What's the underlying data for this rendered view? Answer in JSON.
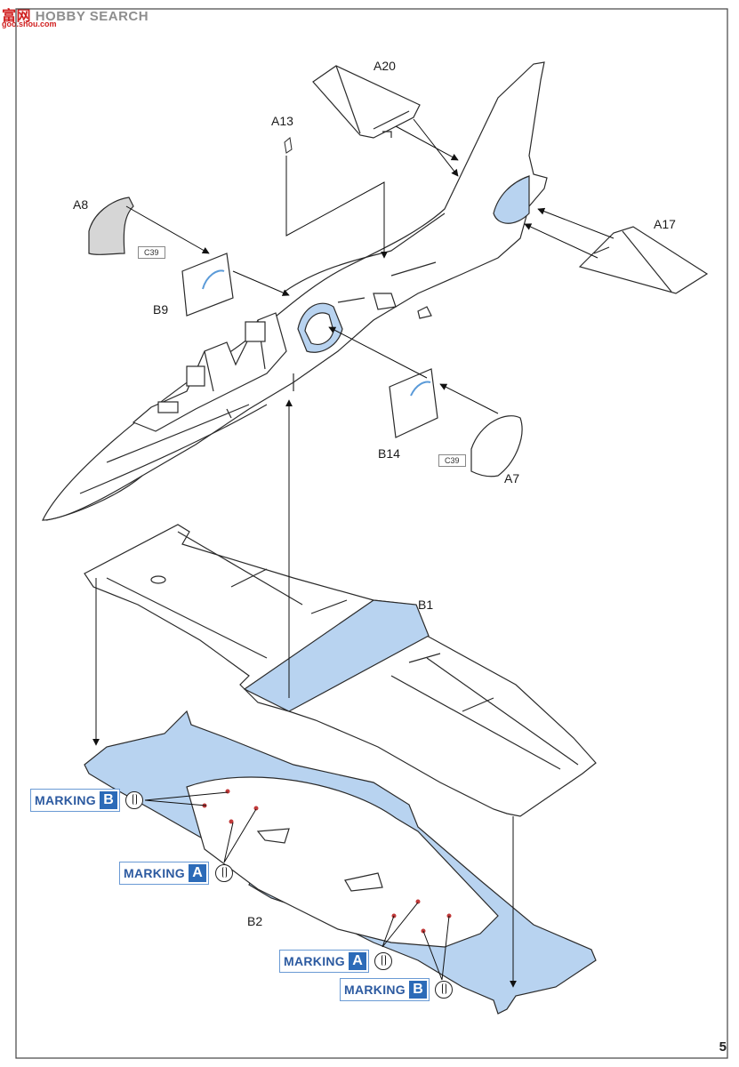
{
  "watermark": {
    "brand": "HOBBY SEARCH",
    "prefix": "富网",
    "url": "goo.shou.com"
  },
  "page_number": "5",
  "colors": {
    "blue_paint": "#b8d3f0",
    "line": "#2a2a2a",
    "marking_blue": "#2c6bb8",
    "glue_red": "#c23a3a"
  },
  "parts": {
    "a20": "A20",
    "a13": "A13",
    "a8": "A8",
    "a17": "A17",
    "b9": "B9",
    "b14": "B14",
    "a7": "A7",
    "b1": "B1",
    "b2": "B2"
  },
  "ref_boxes": {
    "c39_left": "C39",
    "c39_right": "C39"
  },
  "markings": [
    {
      "text": "MARKING",
      "letter": "B"
    },
    {
      "text": "MARKING",
      "letter": "A"
    },
    {
      "text": "MARKING",
      "letter": "A"
    },
    {
      "text": "MARKING",
      "letter": "B"
    }
  ]
}
